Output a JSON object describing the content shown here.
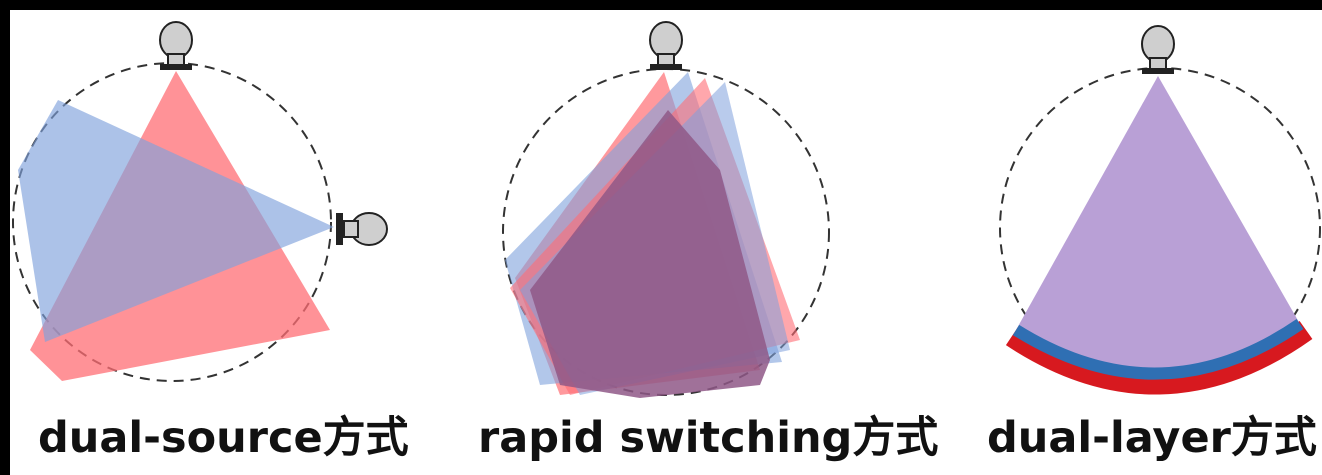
{
  "diagrams": [
    {
      "caption": "dual-source方式"
    },
    {
      "caption": "rapid switching方式"
    },
    {
      "caption": "dual-layer方式"
    }
  ],
  "colors": {
    "red_beam": "#ff6d74",
    "blue_beam": "#7fa1dc",
    "purple_beam": "#b9a0d6",
    "dark_overlap": "#8f5887",
    "detector_red": "#d7191f",
    "detector_blue": "#2f6fb3",
    "source_fill": "#cfcfcf",
    "circle_stroke": "#333333"
  },
  "icons": [
    "x-ray-source-icon",
    "detector-arc-icon"
  ]
}
